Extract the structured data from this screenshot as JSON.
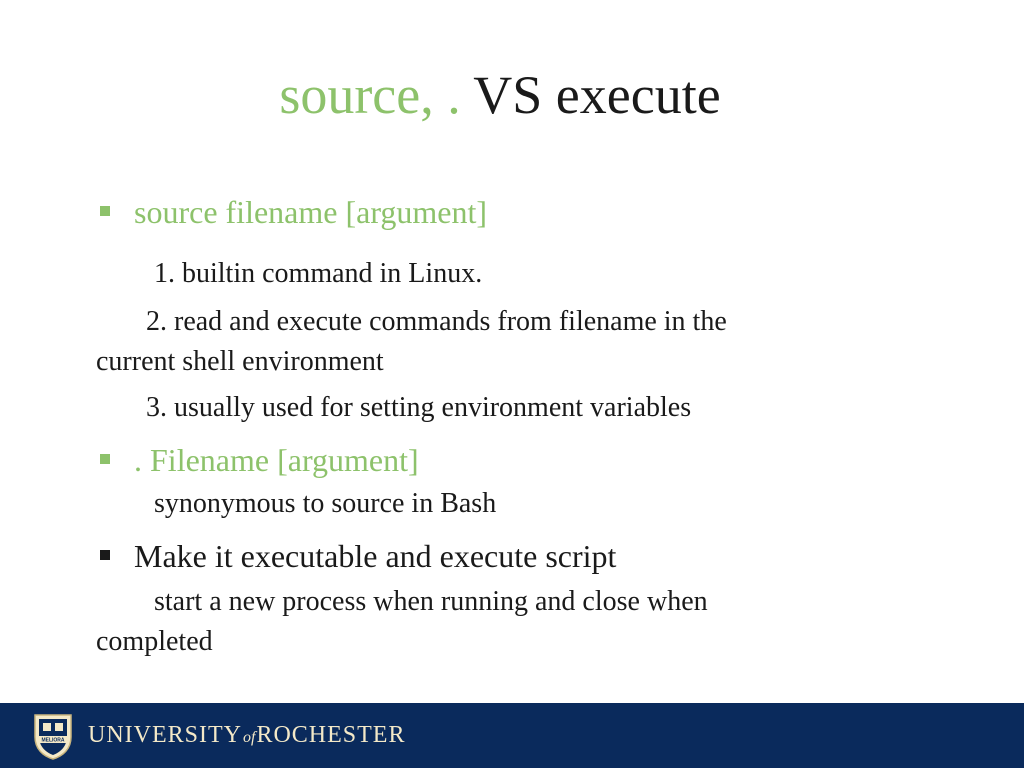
{
  "slide": {
    "title_green": "source, .",
    "title_dark": " VS execute",
    "bullets": [
      {
        "label": "source filename [argument]",
        "color": "#8dc26b",
        "lines": [
          {
            "indent": "    1. builtin command in Linux."
          },
          {
            "indent": "   2. read and execute commands from filename in the",
            "cont": "current shell environment"
          },
          {
            "indent": "   3. usually used for setting environment variables"
          }
        ]
      },
      {
        "label": ". Filename [argument]",
        "color": "#8dc26b",
        "lines": [
          {
            "indent": "    synonymous to source in Bash"
          }
        ]
      },
      {
        "label": "Make it executable and execute script",
        "color": "#1a1a1a",
        "lines": [
          {
            "indent": "    start a new process when running and close when",
            "cont": "completed"
          }
        ]
      }
    ]
  },
  "footer": {
    "university": "UNIVERSITY",
    "of": "of",
    "rochester": "ROCHESTER",
    "seal_text": "MELIORA",
    "background": "#0a2a5c"
  }
}
